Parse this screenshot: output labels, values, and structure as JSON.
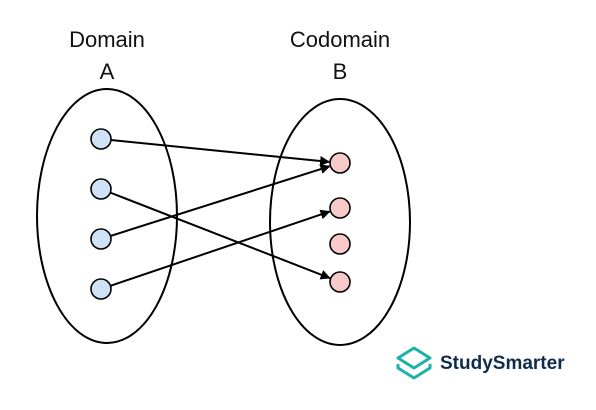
{
  "domain_set": {
    "label": "Domain",
    "name": "A",
    "element_count": 4
  },
  "codomain_set": {
    "label": "Codomain",
    "name": "B",
    "element_count": 4
  },
  "mappings": [
    {
      "from": 0,
      "to": 0
    },
    {
      "from": 1,
      "to": 3
    },
    {
      "from": 2,
      "to": 0
    },
    {
      "from": 3,
      "to": 1
    }
  ],
  "colors": {
    "domain_fill": "#cfe2f5",
    "codomain_fill": "#f7c9c9",
    "stroke": "#000000",
    "brand_teal": "#1ab3a6",
    "brand_text": "#0f2d4a"
  },
  "brand": {
    "name": "StudySmarter",
    "icon": "studysmarter-logo-icon"
  }
}
